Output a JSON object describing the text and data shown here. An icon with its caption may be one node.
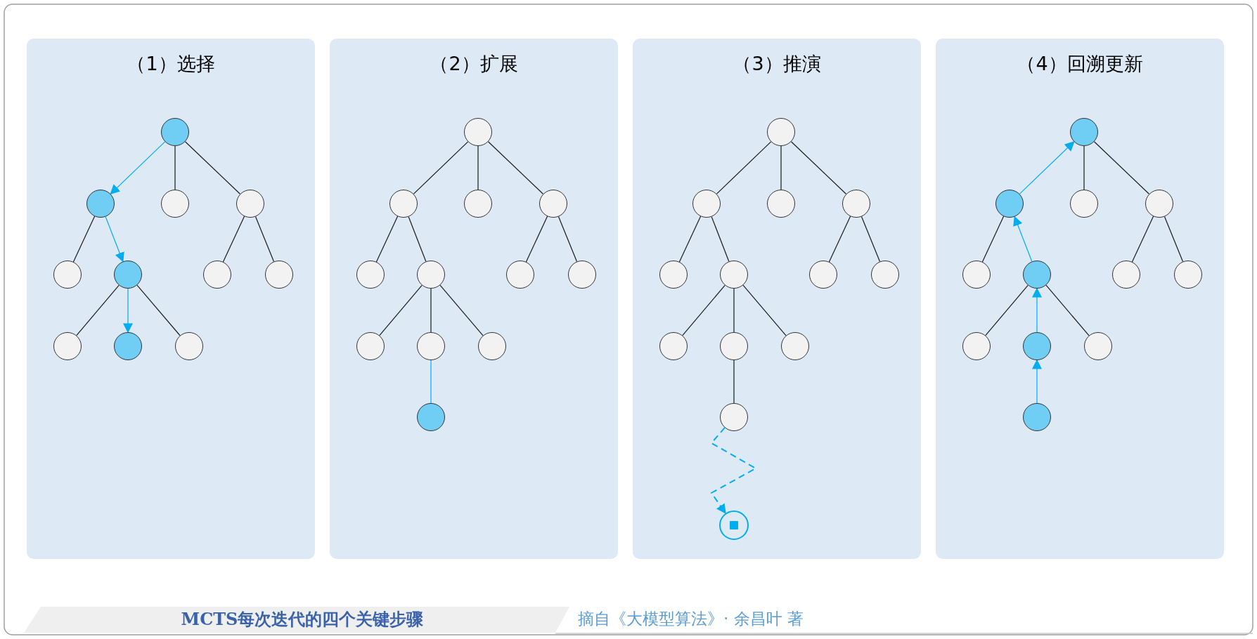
{
  "diagram": {
    "caption": "MCTS每次迭代的四个关键步骤",
    "nodes": [
      {
        "text": [
          "（1）选择"
        ]
      },
      {
        "text": [],
        "shape": "circle",
        "in": 0
      },
      {
        "text": [],
        "shape": "circle",
        "in": 0
      },
      {
        "text": [],
        "shape": "circle",
        "in": 0
      },
      {
        "text": [],
        "shape": "circle",
        "in": 0
      },
      {
        "text": [],
        "shape": "circle",
        "in": 0
      },
      {
        "text": [],
        "shape": "circle",
        "in": 0
      },
      {
        "text": [],
        "shape": "circle",
        "in": 0
      },
      {
        "text": [],
        "shape": "circle",
        "in": 0
      },
      {
        "text": [],
        "shape": "circle",
        "in": 0
      },
      {
        "text": [],
        "shape": "circle",
        "in": 0
      },
      {
        "text": [],
        "shape": "circle",
        "in": 0
      },
      {
        "text": [
          "（2）扩展"
        ]
      },
      {
        "text": [],
        "shape": "circle",
        "in": 12
      },
      {
        "text": [],
        "shape": "circle",
        "in": 12
      },
      {
        "text": [],
        "shape": "circle",
        "in": 12
      },
      {
        "text": [],
        "shape": "circle",
        "in": 12
      },
      {
        "text": [],
        "shape": "circle",
        "in": 12
      },
      {
        "text": [],
        "shape": "circle",
        "in": 12
      },
      {
        "text": [],
        "shape": "circle",
        "in": 12
      },
      {
        "text": [],
        "shape": "circle",
        "in": 12
      },
      {
        "text": [],
        "shape": "circle",
        "in": 12
      },
      {
        "text": [],
        "shape": "circle",
        "in": 12
      },
      {
        "text": [],
        "shape": "circle",
        "in": 12
      },
      {
        "text": [],
        "shape": "circle",
        "in": 12
      },
      {
        "text": [
          "（3）推演"
        ]
      },
      {
        "text": [],
        "shape": "circle",
        "in": 25
      },
      {
        "text": [],
        "shape": "circle",
        "in": 25
      },
      {
        "text": [],
        "shape": "circle",
        "in": 25
      },
      {
        "text": [],
        "shape": "circle",
        "in": 25
      },
      {
        "text": [],
        "shape": "circle",
        "in": 25
      },
      {
        "text": [],
        "shape": "circle",
        "in": 25
      },
      {
        "text": [],
        "shape": "circle",
        "in": 25
      },
      {
        "text": [],
        "shape": "circle",
        "in": 25
      },
      {
        "text": [],
        "shape": "circle",
        "in": 25
      },
      {
        "text": [],
        "shape": "circle",
        "in": 25
      },
      {
        "text": [],
        "shape": "circle",
        "in": 25
      },
      {
        "text": [],
        "shape": "circle",
        "in": 25
      },
      {
        "text": [],
        "shape": "ring",
        "in": 25
      },
      {
        "text": [
          "（4）回溯更新"
        ]
      },
      {
        "text": [],
        "shape": "circle",
        "in": 39
      },
      {
        "text": [],
        "shape": "circle",
        "in": 39
      },
      {
        "text": [],
        "shape": "circle",
        "in": 39
      },
      {
        "text": [],
        "shape": "circle",
        "in": 39
      },
      {
        "text": [],
        "shape": "circle",
        "in": 39
      },
      {
        "text": [],
        "shape": "circle",
        "in": 39
      },
      {
        "text": [],
        "shape": "circle",
        "in": 39
      },
      {
        "text": [],
        "shape": "circle",
        "in": 39
      },
      {
        "text": [],
        "shape": "circle",
        "in": 39
      },
      {
        "text": [],
        "shape": "circle",
        "in": 39
      },
      {
        "text": [],
        "shape": "circle",
        "in": 39
      },
      {
        "text": [],
        "shape": "circle",
        "in": 39
      }
    ],
    "edges": [
      {
        "from": 1,
        "to": 2,
        "arrow": "to",
        "color": "#00aeef"
      },
      {
        "from": 1,
        "to": 3,
        "arrow": "none"
      },
      {
        "from": 1,
        "to": 4,
        "arrow": "none"
      },
      {
        "from": 2,
        "to": 5,
        "arrow": "none"
      },
      {
        "from": 2,
        "to": 6,
        "arrow": "to",
        "color": "#00aeef"
      },
      {
        "from": 4,
        "to": 7,
        "arrow": "none"
      },
      {
        "from": 4,
        "to": 8,
        "arrow": "none"
      },
      {
        "from": 6,
        "to": 9,
        "arrow": "none"
      },
      {
        "from": 6,
        "to": 10,
        "arrow": "to",
        "color": "#00aeef"
      },
      {
        "from": 6,
        "to": 11,
        "arrow": "none"
      },
      {
        "from": 13,
        "to": 14,
        "arrow": "none"
      },
      {
        "from": 13,
        "to": 15,
        "arrow": "none"
      },
      {
        "from": 13,
        "to": 16,
        "arrow": "none"
      },
      {
        "from": 14,
        "to": 17,
        "arrow": "none"
      },
      {
        "from": 14,
        "to": 18,
        "arrow": "none"
      },
      {
        "from": 16,
        "to": 19,
        "arrow": "none"
      },
      {
        "from": 16,
        "to": 20,
        "arrow": "none"
      },
      {
        "from": 18,
        "to": 21,
        "arrow": "none"
      },
      {
        "from": 18,
        "to": 22,
        "arrow": "none"
      },
      {
        "from": 18,
        "to": 23,
        "arrow": "none"
      },
      {
        "from": 22,
        "to": 24,
        "arrow": "none",
        "color": "#00aeef"
      },
      {
        "from": 26,
        "to": 27,
        "arrow": "none"
      },
      {
        "from": 26,
        "to": 28,
        "arrow": "none"
      },
      {
        "from": 26,
        "to": 29,
        "arrow": "none"
      },
      {
        "from": 27,
        "to": 30,
        "arrow": "none"
      },
      {
        "from": 27,
        "to": 31,
        "arrow": "none"
      },
      {
        "from": 29,
        "to": 32,
        "arrow": "none"
      },
      {
        "from": 29,
        "to": 33,
        "arrow": "none"
      },
      {
        "from": 31,
        "to": 34,
        "arrow": "none"
      },
      {
        "from": 31,
        "to": 35,
        "arrow": "none"
      },
      {
        "from": 31,
        "to": 36,
        "arrow": "none"
      },
      {
        "from": 35,
        "to": 37,
        "arrow": "none"
      },
      {
        "from": 37,
        "to": 38,
        "arrow": "to",
        "style": "dashed",
        "color": "#00aeef"
      },
      {
        "from": 40,
        "to": 42,
        "arrow": "none"
      },
      {
        "from": 40,
        "to": 43,
        "arrow": "none"
      },
      {
        "from": 41,
        "to": 44,
        "arrow": "none"
      },
      {
        "from": 43,
        "to": 46,
        "arrow": "none"
      },
      {
        "from": 43,
        "to": 47,
        "arrow": "none"
      },
      {
        "from": 45,
        "to": 48,
        "arrow": "none"
      },
      {
        "from": 45,
        "to": 50,
        "arrow": "none"
      },
      {
        "from": 51,
        "to": 49,
        "arrow": "to",
        "color": "#00aeef"
      },
      {
        "from": 49,
        "to": 45,
        "arrow": "to",
        "color": "#00aeef"
      },
      {
        "from": 45,
        "to": 41,
        "arrow": "to",
        "color": "#00aeef"
      },
      {
        "from": 41,
        "to": 40,
        "arrow": "to",
        "color": "#00aeef"
      }
    ],
    "labels": [
      "摘自《大模型算法》· 余昌叶 著"
    ]
  }
}
